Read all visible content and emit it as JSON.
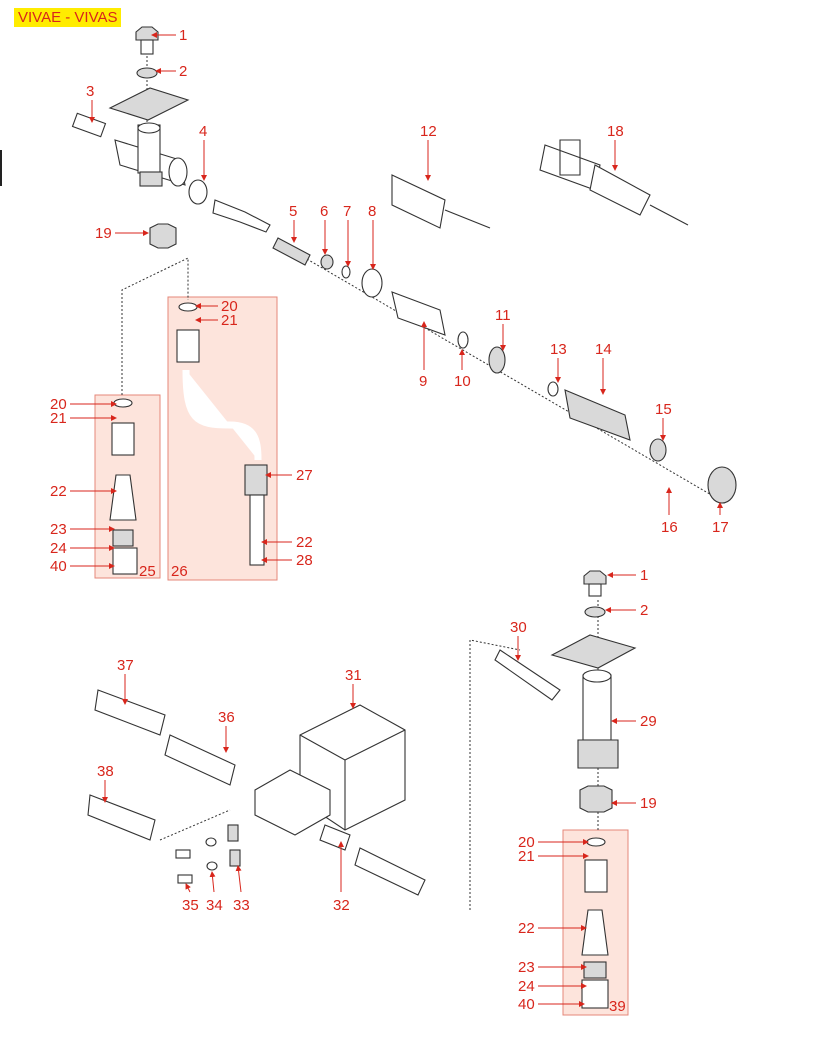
{
  "title": "VIVAE - VIVAS",
  "colors": {
    "label": "#d8261c",
    "title_bg": "#ffec00",
    "group_box": "#fde4dc"
  },
  "callouts": {
    "c1": "1",
    "c2": "2",
    "c3": "3",
    "c4": "4",
    "c5": "5",
    "c6": "6",
    "c7": "7",
    "c8": "8",
    "c9": "9",
    "c10": "10",
    "c11": "11",
    "c12": "12",
    "c13": "13",
    "c14": "14",
    "c15": "15",
    "c16": "16",
    "c17": "17",
    "c18": "18",
    "c19": "19",
    "a20": "20",
    "a21": "21",
    "a22": "22",
    "a23": "23",
    "a24": "24",
    "a40": "40",
    "a25": "25",
    "b20": "20",
    "b21": "21",
    "b27": "27",
    "b22": "22",
    "b28": "28",
    "b26": "26",
    "d1": "1",
    "d2": "2",
    "d30": "30",
    "d29": "29",
    "d19": "19",
    "d20": "20",
    "d21": "21",
    "d22": "22",
    "d23": "23",
    "d24": "24",
    "d40": "40",
    "d39": "39",
    "e31": "31",
    "e36": "36",
    "e37": "37",
    "e38": "38",
    "e32": "32",
    "e33": "33",
    "e34": "34",
    "e35": "35"
  }
}
